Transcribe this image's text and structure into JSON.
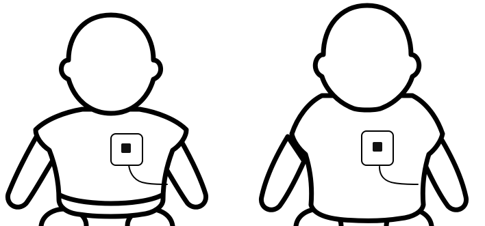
{
  "figures": [
    {
      "view": "front",
      "device": "sensor-patch",
      "cable": true
    },
    {
      "view": "back",
      "device": "sensor-patch",
      "cable": true
    }
  ],
  "colors": {
    "outline": "#000000",
    "fill": "#ffffff",
    "device_center": "#111111"
  }
}
